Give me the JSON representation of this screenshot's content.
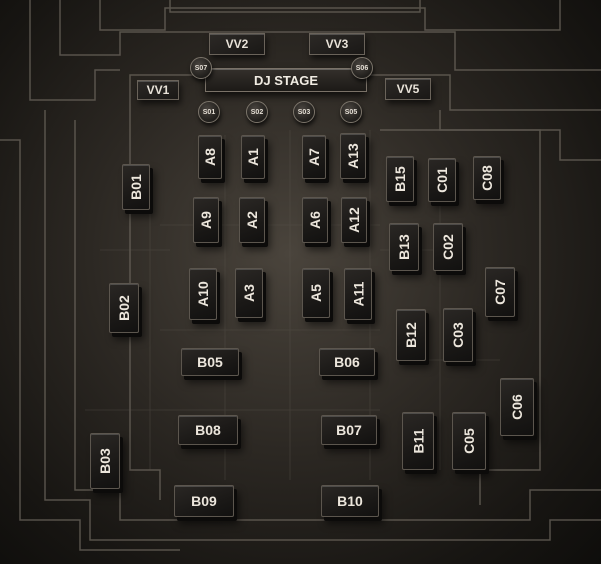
{
  "stage": {
    "label": "DJ STAGE"
  },
  "vvip": [
    {
      "id": "vv1",
      "label": "VV1"
    },
    {
      "id": "vv2",
      "label": "VV2"
    },
    {
      "id": "vv3",
      "label": "VV3"
    },
    {
      "id": "vv5",
      "label": "VV5"
    }
  ],
  "stools": [
    {
      "id": "s07",
      "label": "S07"
    },
    {
      "id": "s06",
      "label": "S06"
    },
    {
      "id": "s01",
      "label": "S01"
    },
    {
      "id": "s02",
      "label": "S02"
    },
    {
      "id": "s03",
      "label": "S03"
    },
    {
      "id": "s05",
      "label": "S05"
    }
  ],
  "tables": {
    "a8": "A8",
    "a1": "A1",
    "a7": "A7",
    "a13": "A13",
    "a9": "A9",
    "a2": "A2",
    "a6": "A6",
    "a12": "A12",
    "a10": "A10",
    "a3": "A3",
    "a5": "A5",
    "a11": "A11",
    "b01": "B01",
    "b02": "B02",
    "b03": "B03",
    "b05": "B05",
    "b06": "B06",
    "b07": "B07",
    "b08": "B08",
    "b09": "B09",
    "b10": "B10",
    "b11": "B11",
    "b12": "B12",
    "b13": "B13",
    "b15": "B15",
    "c01": "C01",
    "c02": "C02",
    "c03": "C03",
    "c05": "C05",
    "c06": "C06",
    "c07": "C07",
    "c08": "C08"
  }
}
